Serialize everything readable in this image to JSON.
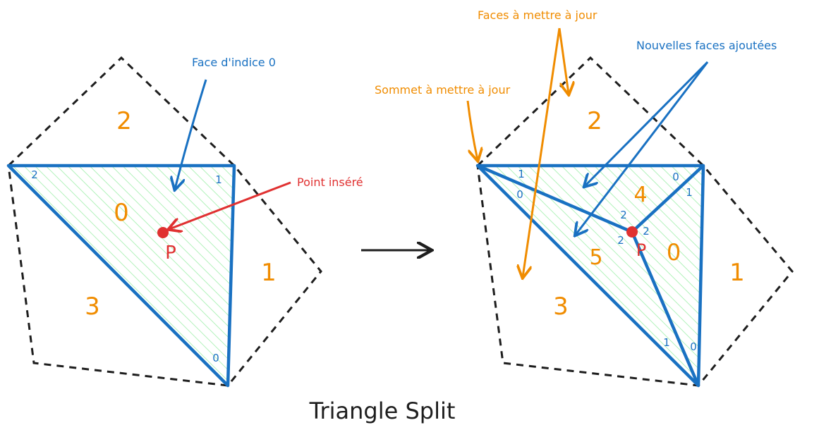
{
  "title": "Triangle Split",
  "colors": {
    "blue": "#1971c2",
    "orange": "#f08c00",
    "red": "#e03131",
    "black": "#1e1e1e",
    "hatch": "#b2f2bb"
  },
  "left": {
    "faces": {
      "f0": "0",
      "f1": "1",
      "f2": "2",
      "f3": "3"
    },
    "corners": {
      "c0": "0",
      "c1": "1",
      "c2": "2"
    },
    "point_label": "P",
    "annotations": {
      "face_index": "Face d'indice 0",
      "inserted_point": "Point inséré"
    }
  },
  "right": {
    "faces": {
      "f0": "0",
      "f1": "1",
      "f2": "2",
      "f3": "3",
      "f4": "4",
      "f5": "5"
    },
    "corners": {
      "a_left_top": "1",
      "a_left_bottom": "0",
      "a_right_top": "0",
      "a_right_side": "1",
      "a_p_top": "2",
      "a_p_right": "2",
      "a_p_left": "2",
      "a_bottom_left": "1",
      "a_bottom_right": "0"
    },
    "point_label": "P",
    "annotations": {
      "faces_update": "Faces à mettre à jour",
      "new_faces": "Nouvelles faces ajoutées",
      "vertex_update": "Sommet à mettre à jour"
    }
  }
}
